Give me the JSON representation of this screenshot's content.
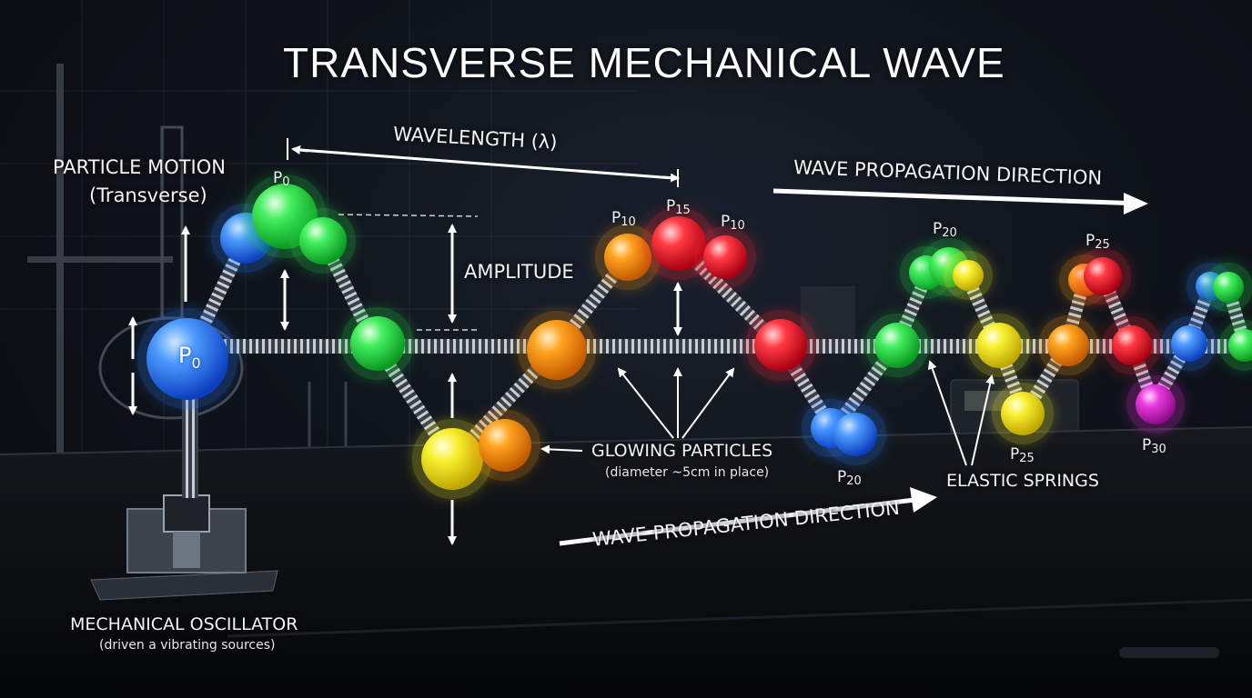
{
  "title": "TRANSVERSE MECHANICAL WAVE",
  "labels": {
    "particle_motion": "PARTICLE MOTION",
    "particle_motion_sub": "(Transverse)",
    "wavelength": "WAVELENGTH (λ)",
    "amplitude": "AMPLITUDE",
    "wave_propagation_top": "WAVE PROPAGATION DIRECTION",
    "wave_propagation_bottom": "WAVE PROPAGATION DIRECTION",
    "glowing_particles": "GLOWING PARTICLES",
    "glowing_particles_sub": "(diameter ~5cm in place)",
    "elastic_springs": "ELASTIC SPRINGS",
    "oscillator": "MECHANICAL OSCILLATOR",
    "oscillator_sub": "(driven a vibrating sources)"
  },
  "particle_labels": [
    {
      "name": "P",
      "sub": "0"
    },
    {
      "name": "P",
      "sub": "0"
    },
    {
      "name": "P",
      "sub": "10"
    },
    {
      "name": "P",
      "sub": "15"
    },
    {
      "name": "P",
      "sub": "10"
    },
    {
      "name": "P",
      "sub": "20"
    },
    {
      "name": "P",
      "sub": "20"
    },
    {
      "name": "P",
      "sub": "25"
    },
    {
      "name": "P",
      "sub": "25"
    },
    {
      "name": "P",
      "sub": "30"
    }
  ],
  "colors": {
    "blue": "#2a7bff",
    "green": "#22e04a",
    "yellow": "#f6ee1c",
    "orange": "#ff9a10",
    "red": "#ff2636",
    "magenta": "#e52ad8",
    "arrow": "#ffffff",
    "spring": "#9aa2ad"
  }
}
